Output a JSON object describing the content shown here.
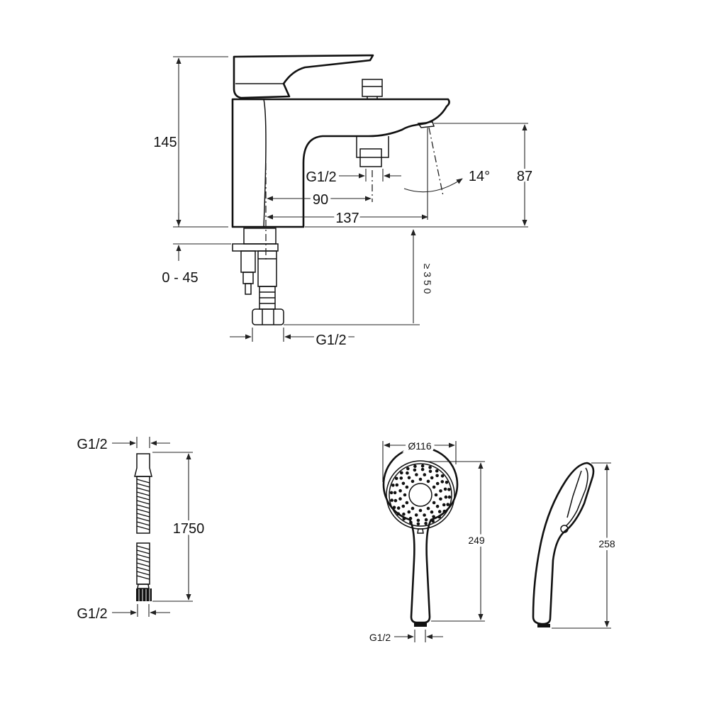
{
  "faucet": {
    "dim_height": "145",
    "dim_spout_height": "87",
    "dim_spout_angle": "14°",
    "dim_diverter_thread": "G1/2",
    "dim_diverter_offset": "90",
    "dim_spout_reach": "137",
    "dim_deck_thickness": "0 - 45",
    "dim_clearance": "≥ 3 5 0",
    "dim_supply_thread": "G1/2"
  },
  "hose": {
    "dim_top_thread": "G1/2",
    "dim_length": "1750",
    "dim_bottom_thread": "G1/2"
  },
  "handshower": {
    "dim_diameter": "Ø116",
    "dim_front_length": "249",
    "dim_thread": "G1/2",
    "dim_side_length": "258"
  }
}
